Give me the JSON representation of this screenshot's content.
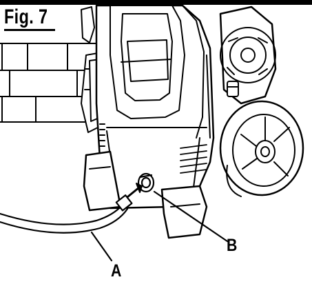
{
  "figure": {
    "label": "Fig. 7"
  },
  "callouts": {
    "a": "A",
    "b": "B"
  },
  "colors": {
    "ink": "#000000",
    "paper": "#ffffff",
    "shade": "#e6e6e6"
  }
}
